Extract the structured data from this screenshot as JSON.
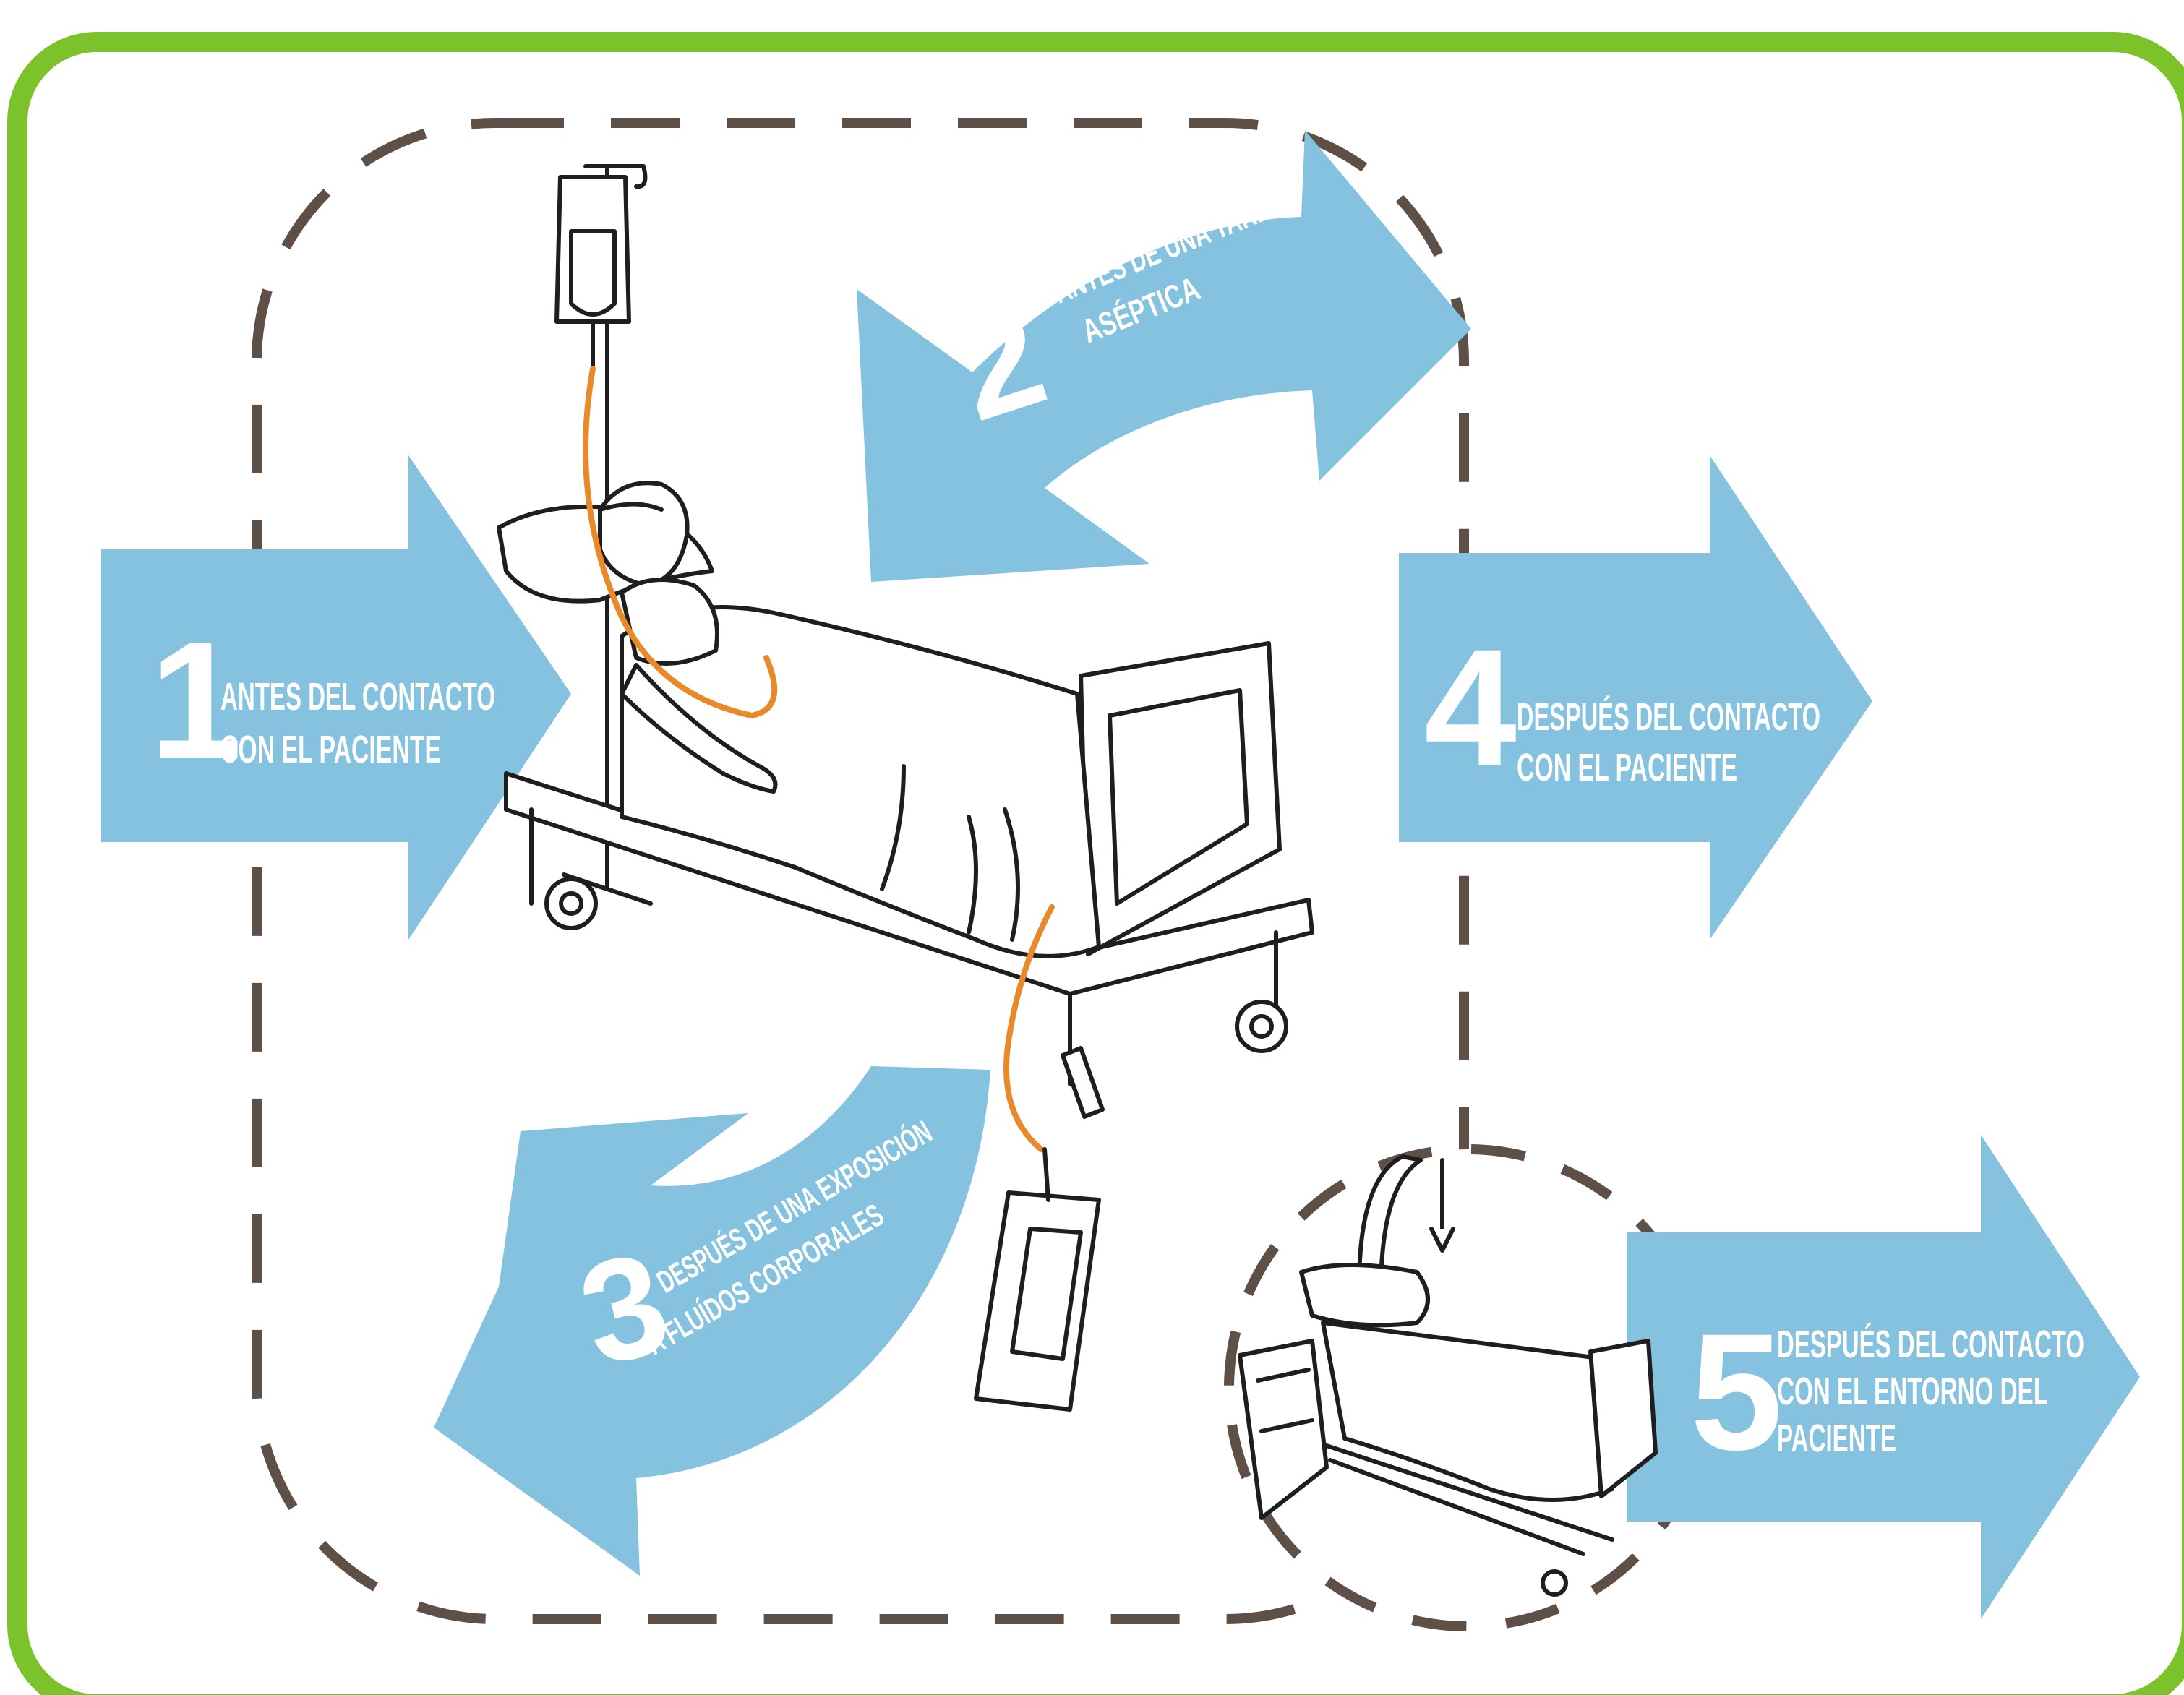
{
  "colors": {
    "frame_green": "#7cc22b",
    "arrow_blue": "#84c2df",
    "dash_brown": "#5e5047",
    "ink": "#1e1e1e",
    "tube_orange": "#e8892a",
    "panel_white": "#ffffff"
  },
  "moments": [
    {
      "number": "1",
      "line1": "ANTES DEL CONTACTO",
      "line2": "CON EL PACIENTE",
      "line3": ""
    },
    {
      "number": "2",
      "line1": "ANTES DE UNA TAREA",
      "line2": "ASÉPTICA",
      "line3": ""
    },
    {
      "number": "3",
      "line1": "DESPUÉS DE UNA EXPOSICIÓN",
      "line2": "A FLUÍDOS CORPORALES",
      "line3": ""
    },
    {
      "number": "4",
      "line1": "DESPUÉS DEL CONTACTO",
      "line2": "CON EL PACIENTE",
      "line3": ""
    },
    {
      "number": "5",
      "line1": "DESPUÉS DEL CONTACTO",
      "line2": "CON EL ENTORNO DEL",
      "line3": "PACIENTE"
    }
  ],
  "illustrations": {
    "patient_scene": "patient-in-bed-with-iv-drip",
    "environment_scene": "empty-bed-with-bedside-table"
  }
}
